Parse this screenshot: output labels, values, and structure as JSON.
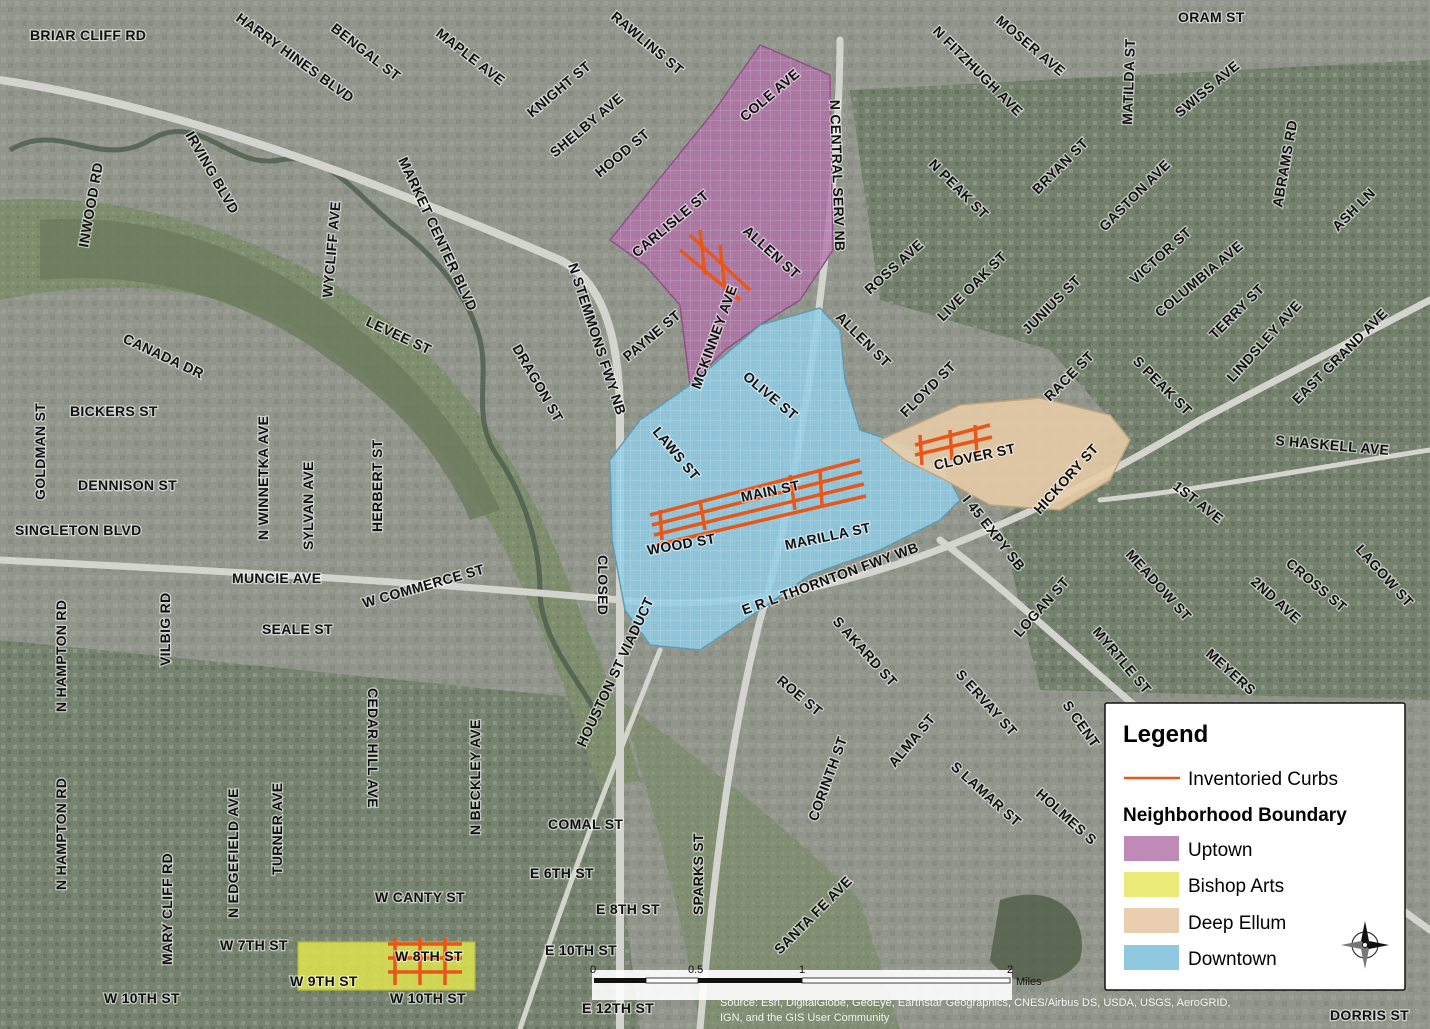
{
  "legend": {
    "title": "Legend",
    "curbs_label": "Inventoried Curbs",
    "curbs_color": "#e8571a",
    "boundary_title": "Neighborhood Boundary",
    "neighborhoods": [
      {
        "name": "Uptown",
        "color": "#c08ab8"
      },
      {
        "name": "Bishop Arts",
        "color": "#eaea78"
      },
      {
        "name": "Deep Ellum",
        "color": "#e9cfb0"
      },
      {
        "name": "Downtown",
        "color": "#8fc9df"
      }
    ]
  },
  "scale_bar": {
    "ticks": [
      "0",
      "0.5",
      "1",
      "2"
    ],
    "unit": "Miles"
  },
  "credits": [
    "Source: Esri, DigitalGlobe, GeoEye, Earthstar Geographics, CNES/Airbus DS, USDA, USGS, AeroGRID,",
    "IGN, and the GIS User Community"
  ],
  "streets": {
    "oram": "ORAM ST",
    "briar_cliff": "BRIAR CLIFF RD",
    "harry_hines": "HARRY HINES BLVD",
    "bengal": "BENGAL ST",
    "maple": "MAPLE AVE",
    "rawlins": "RAWLINS ST",
    "knight": "KNIGHT ST",
    "shelby": "SHELBY AVE",
    "hood": "HOOD ST",
    "cole": "COLE AVE",
    "n_central": "N CENTRAL SERV NB",
    "n_fitzhugh": "N FITZHUGH AVE",
    "moser": "MOSER AVE",
    "matilda": "MATILDA ST",
    "swiss": "SWISS AVE",
    "abrams": "ABRAMS RD",
    "ash": "ASH LN",
    "bryan": "BRYAN ST",
    "gaston": "GASTON AVE",
    "n_peak": "N PEAK ST",
    "irving": "IRVING BLVD",
    "inwood": "INWOOD RD",
    "wycliff": "WYCLIFF AVE",
    "market_center": "MARKET CENTER BLVD",
    "carlisle": "CARLISLE ST",
    "allen1": "ALLEN ST",
    "ross": "ROSS AVE",
    "live_oak": "LIVE OAK ST",
    "victor": "VICTOR ST",
    "columbia": "COLUMBIA AVE",
    "junius": "JUNIUS ST",
    "terry": "TERRY ST",
    "lindsley": "LINDSLEY AVE",
    "east_grand": "EAST GRAND AVE",
    "n_stemmons": "N STEMMONS FWY NB",
    "levee": "LEVEE ST",
    "payne": "PAYNE ST",
    "mckinney": "MCKINNEY AVE",
    "allen2": "ALLEN ST",
    "canada": "CANADA DR",
    "dragon": "DRAGON ST",
    "olive": "OLIVE ST",
    "floyd": "FLOYD ST",
    "race": "RACE ST",
    "s_peak": "S PEAK ST",
    "goldman": "GOLDMAN ST",
    "bickers": "BICKERS ST",
    "n_winnetka": "N WINNETKA AVE",
    "laws": "LAWS ST",
    "s_haskell": "S HASKELL AVE",
    "clover": "CLOVER ST",
    "hickory": "HICKORY ST",
    "dennison": "DENNISON ST",
    "sylvan": "SYLVAN AVE",
    "herbert": "HERBERT ST",
    "main": "MAIN ST",
    "first": "1ST AVE",
    "singleton": "SINGLETON BLVD",
    "wood": "WOOD ST",
    "marilla": "MARILLA ST",
    "i45": "I 45 EXPY SB",
    "meadow": "MEADOW ST",
    "lagow": "LAGOW ST",
    "closed": "CLOSED",
    "erl": "E R L THORNTON FWY WB",
    "muncie": "MUNCIE AVE",
    "w_commerce": "W COMMERCE ST",
    "cross": "CROSS ST",
    "second": "2ND AVE",
    "n_hampton1": "N HAMPTON RD",
    "vilbig": "VILBIG RD",
    "seale": "SEALE ST",
    "houston_viaduct": "HOUSTON ST VIADUCT",
    "s_akard": "S AKARD ST",
    "logan": "LOGAN ST",
    "meyers": "MEYERS",
    "myrtle": "MYRTLE ST",
    "roe": "ROE ST",
    "s_ervay": "S ERVAY ST",
    "s_cent": "S CENT",
    "cedar_hill": "CEDAR HILL AVE",
    "n_beckley": "N BECKLEY AVE",
    "alma": "ALMA ST",
    "corinth": "CORINTH ST",
    "s_lamar": "S LAMAR ST",
    "holmes": "HOLMES S",
    "turner": "TURNER AVE",
    "n_edgefield": "N EDGEFIELD AVE",
    "n_hampton2": "N HAMPTON RD",
    "comal": "COMAL ST",
    "sparks": "SPARKS ST",
    "mary_cliff": "MARY CLIFF RD",
    "e_6th": "E 6TH ST",
    "w_canty": "W CANTY ST",
    "e_8th": "E 8TH ST",
    "santa_fe": "SANTA FE AVE",
    "w_7th": "W 7TH ST",
    "w_8th": "W 8TH ST",
    "e_10th": "E 10TH ST",
    "w_9th": "W 9TH ST",
    "w_10th_a": "W 10TH ST",
    "w_10th_b": "W 10TH ST",
    "e_12th": "E 12TH ST",
    "dorris": "DORRIS ST"
  }
}
